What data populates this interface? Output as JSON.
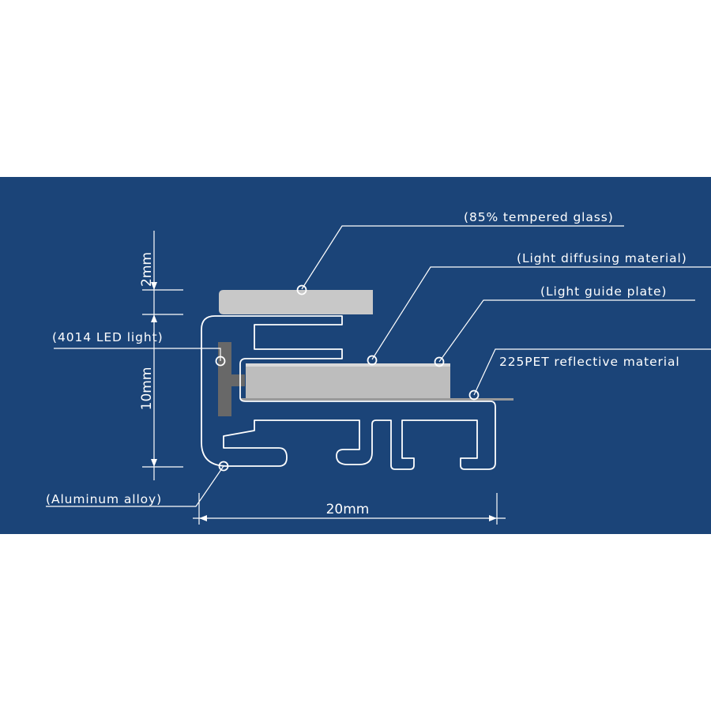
{
  "colors": {
    "panel_background": "#1b4478",
    "line": "#ffffff",
    "glass": "#c8c8c8",
    "plate": "#bdbdbd",
    "reflective_sheet": "#9a9a9a",
    "led": "#686868"
  },
  "callouts": {
    "tempered_glass": "(85% tempered glass)",
    "light_diffusing": "(Light diffusing material)",
    "light_guide": "(Light guide plate)",
    "reflective": "225PET reflective material",
    "led": "(4014 LED light)",
    "aluminum": "(Aluminum alloy)"
  },
  "dimensions": {
    "glass_thickness": "2mm",
    "profile_height": "10mm",
    "profile_width": "20mm"
  }
}
